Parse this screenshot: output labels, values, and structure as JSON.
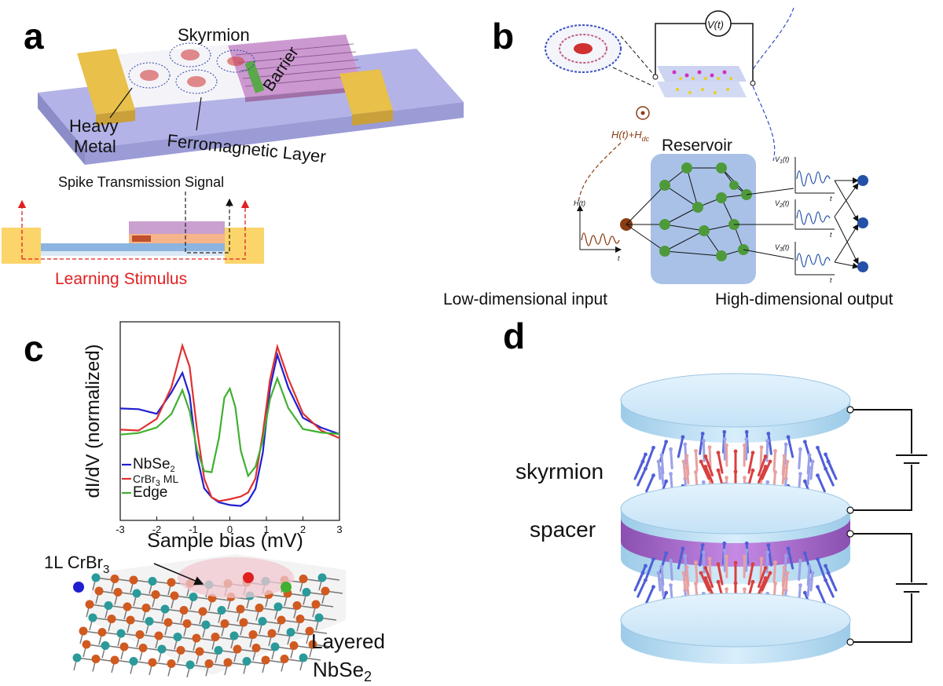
{
  "panels": {
    "a": {
      "letter": "a",
      "skyrmion": "Skyrmion",
      "barrier": "Barrier",
      "heavy_line1": "Heavy",
      "heavy_line2": "Metal",
      "ferro": "Ferromagnetic Layer",
      "spike": "Spike Transmission Signal",
      "learning": "Learning Stimulus"
    },
    "b": {
      "letter": "b",
      "voltage": "V(t)",
      "field": "H(t)+H",
      "field_sub": "dc",
      "input_axis": "H(t)",
      "t": "t",
      "reservoir": "Reservoir",
      "out1": "V",
      "out1_sub": "1",
      "out2": "V",
      "out2_sub": "2",
      "out3": "V",
      "out3_sub": "3",
      "out_suffix": "(t)",
      "low": "Low-dimensional input",
      "high": "High-dimensional output"
    },
    "c": {
      "letter": "c",
      "ylabel": "dI/dV (normalized)",
      "xlabel": "Sample bias (mV)",
      "legend": [
        {
          "name": "NbSe",
          "sub": "2",
          "color": "#1f1fd0"
        },
        {
          "name": "CrBr",
          "sub": "3",
          "suffix": " ML",
          "color": "#e03030"
        },
        {
          "name": "Edge",
          "sub": "",
          "color": "#40b030"
        }
      ],
      "lattice_label": "1L CrBr",
      "lattice_sub": "3",
      "layered_line1": "Layered",
      "layered_line2": "NbSe",
      "layered_sub": "2"
    },
    "d": {
      "letter": "d",
      "skyrmion": "skyrmion",
      "spacer": "spacer"
    }
  },
  "chart_data": {
    "type": "line",
    "xlabel": "Sample bias (mV)",
    "ylabel": "dI/dV (normalized)",
    "xlim": [
      -3,
      3
    ],
    "x_ticks": [
      -3,
      -2,
      -1,
      0,
      1,
      2,
      3
    ],
    "grid": false,
    "legend_position": "bottom-left",
    "series": [
      {
        "name": "NbSe2",
        "color": "#1f1fd0",
        "x": [
          -3,
          -2.5,
          -2,
          -1.6,
          -1.3,
          -1.1,
          -0.9,
          -0.7,
          -0.5,
          -0.3,
          0,
          0.3,
          0.5,
          0.7,
          0.9,
          1.1,
          1.3,
          1.6,
          2,
          2.5,
          3
        ],
        "y": [
          0.6,
          0.58,
          0.55,
          0.7,
          0.84,
          0.7,
          0.3,
          0.08,
          0.02,
          0.0,
          0.0,
          0.0,
          0.02,
          0.08,
          0.3,
          0.72,
          0.95,
          0.75,
          0.55,
          0.47,
          0.42
        ]
      },
      {
        "name": "CrBr3 ML",
        "color": "#e03030",
        "x": [
          -3,
          -2.5,
          -2,
          -1.6,
          -1.3,
          -1.1,
          -0.9,
          -0.7,
          -0.5,
          -0.3,
          0,
          0.3,
          0.5,
          0.7,
          0.9,
          1.1,
          1.3,
          1.6,
          2,
          2.5,
          3
        ],
        "y": [
          0.45,
          0.46,
          0.55,
          0.75,
          1.0,
          0.85,
          0.45,
          0.15,
          0.05,
          0.03,
          0.03,
          0.03,
          0.05,
          0.15,
          0.45,
          0.8,
          1.0,
          0.78,
          0.55,
          0.45,
          0.42
        ]
      },
      {
        "name": "Edge",
        "color": "#40b030",
        "x": [
          -3,
          -2.5,
          -2,
          -1.6,
          -1.3,
          -1.1,
          -0.9,
          -0.7,
          -0.5,
          -0.3,
          -0.15,
          0,
          0.15,
          0.3,
          0.5,
          0.7,
          0.9,
          1.1,
          1.3,
          1.6,
          2,
          2.5,
          3
        ],
        "y": [
          0.45,
          0.46,
          0.48,
          0.55,
          0.7,
          0.58,
          0.35,
          0.22,
          0.2,
          0.4,
          0.65,
          0.72,
          0.62,
          0.35,
          0.18,
          0.22,
          0.38,
          0.65,
          0.8,
          0.62,
          0.48,
          0.44,
          0.42
        ]
      }
    ]
  },
  "colors": {
    "substrate": "#a9a9e2",
    "electrode": "#e7c24c",
    "barrier": "#c89ad0",
    "node_green": "#4e9a3a",
    "node_input": "#8b3c12",
    "node_output": "#2550a8",
    "reservoir_bg": "#aac2e6",
    "disk": "#cfe7f8",
    "spacer": "#b77bd6"
  }
}
